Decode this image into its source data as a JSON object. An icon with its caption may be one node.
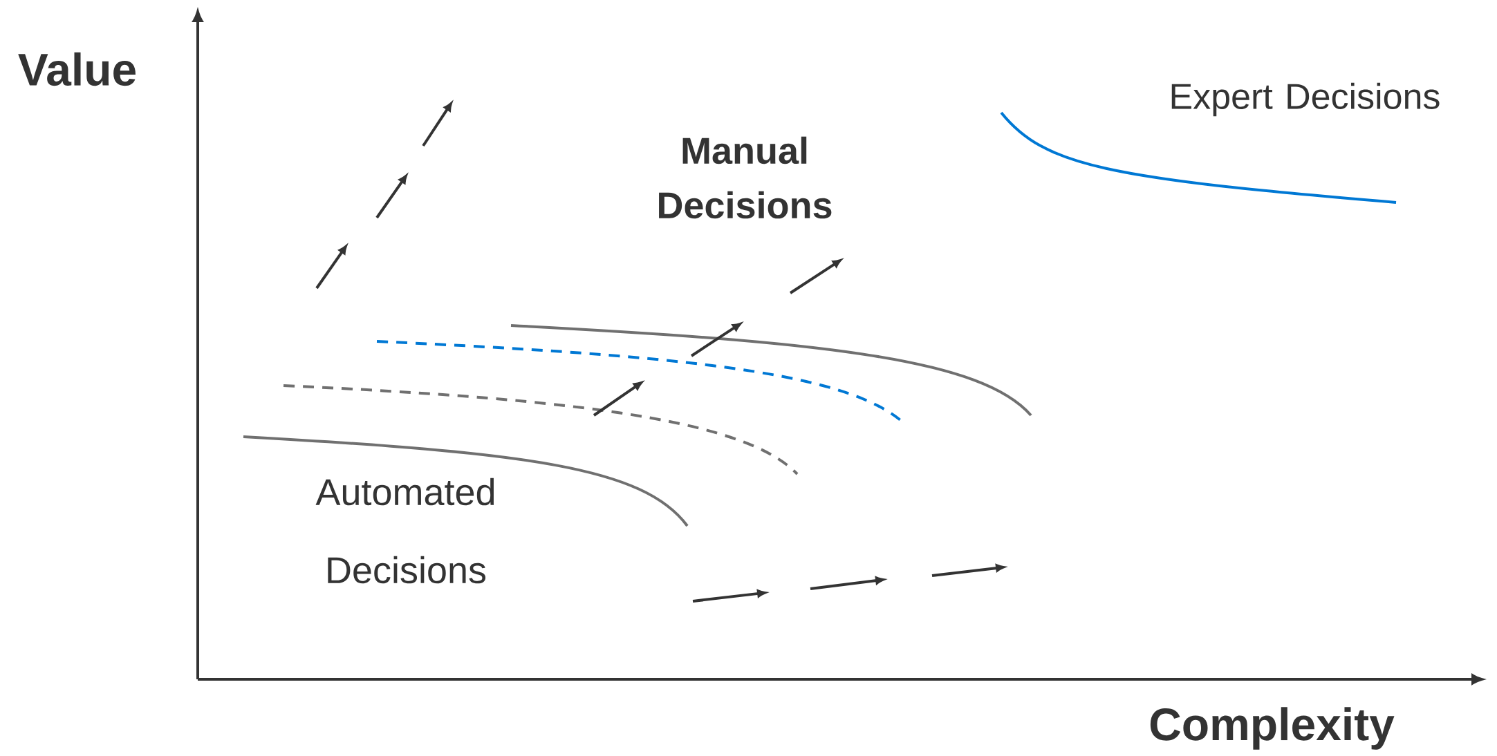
{
  "diagram": {
    "labels": [
      "Value",
      "Manual Decisions",
      "Expert Decisions",
      "Automated Decisions",
      "Complexity"
    ]
  }
}
